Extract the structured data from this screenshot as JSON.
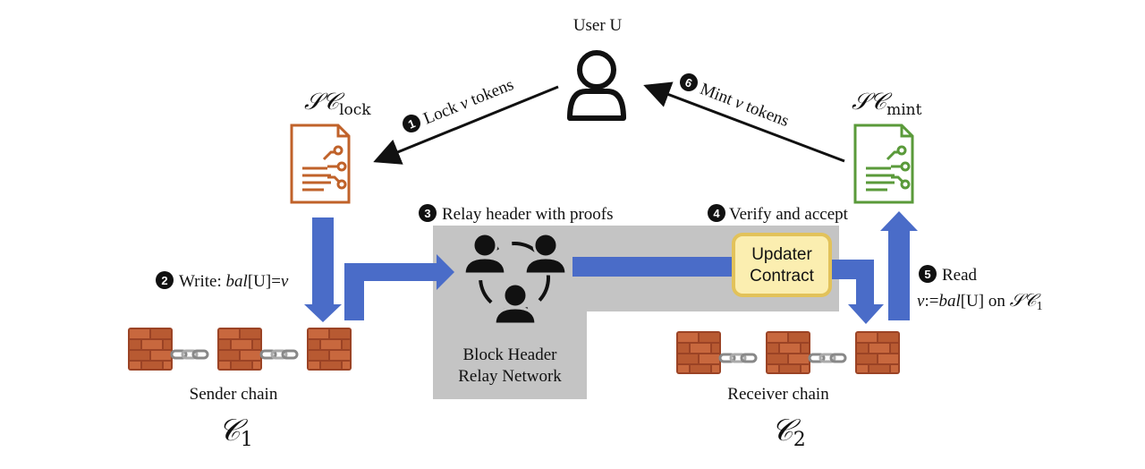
{
  "user": {
    "label": "User U"
  },
  "steps": {
    "s1": {
      "num": "1",
      "pre": "Lock ",
      "var": "v",
      "post": " tokens"
    },
    "s2": {
      "num": "2",
      "pre": "Write: ",
      "bal": "bal",
      "mid": "[U]=",
      "var": "v"
    },
    "s3": {
      "num": "3",
      "text": "Relay header with proofs"
    },
    "s4": {
      "num": "4",
      "text": "Verify and accept"
    },
    "s5": {
      "num": "5",
      "line1": "Read",
      "var": "v",
      "assign": ":=",
      "bal": "bal",
      "mid": "[U] on ",
      "sc": "𝒮𝒞",
      "sub": "1"
    },
    "s6": {
      "num": "6",
      "pre": "Mint ",
      "var": "v",
      "post": " tokens"
    }
  },
  "contracts": {
    "lock": {
      "name": "𝒮𝒞",
      "sub": "lock",
      "color": "#c0622a"
    },
    "mint": {
      "name": "𝒮𝒞",
      "sub": "mint",
      "color": "#5a9a3a"
    }
  },
  "relay": {
    "line1": "Block Header",
    "line2": "Relay Network",
    "bg": "#c4c4c4"
  },
  "updater": {
    "line1": "Updater",
    "line2": "Contract",
    "fill": "#fbeeb0",
    "stroke": "#e2c25a"
  },
  "chains": {
    "sender": {
      "label": "Sender chain",
      "symbol": "𝒞",
      "sub": "1"
    },
    "receiver": {
      "label": "Receiver chain",
      "symbol": "𝒞",
      "sub": "2"
    }
  },
  "colors": {
    "arrow_blue": "#4a6cc8",
    "brick": "#a54a2a",
    "brick_light": "#c8683e"
  }
}
